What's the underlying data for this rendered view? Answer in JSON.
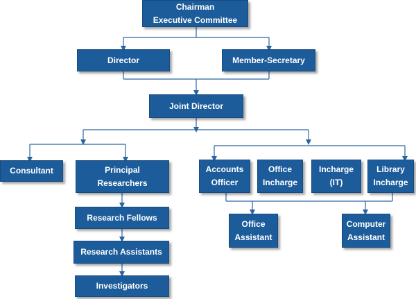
{
  "colors": {
    "box_fill": "#1d5c9a",
    "box_text": "#ffffff",
    "connector": "#2a64a0"
  },
  "nodes": {
    "chairman": "Chairman\nExecutive Committee",
    "director": "Director",
    "member_secretary": "Member-Secretary",
    "joint_director": "Joint Director",
    "consultant": "Consultant",
    "principal_researchers": "Principal\nResearchers",
    "research_fellows": "Research Fellows",
    "research_assistants": "Research Assistants",
    "investigators": "Investigators",
    "accounts_officer": "Accounts\nOfficer",
    "office_incharge": "Office\nIncharge",
    "incharge_it": "Incharge\n(IT)",
    "library_incharge": "Library\nIncharge",
    "office_assistant": "Office\nAssistant",
    "computer_assistant": "Computer\nAssistant"
  }
}
